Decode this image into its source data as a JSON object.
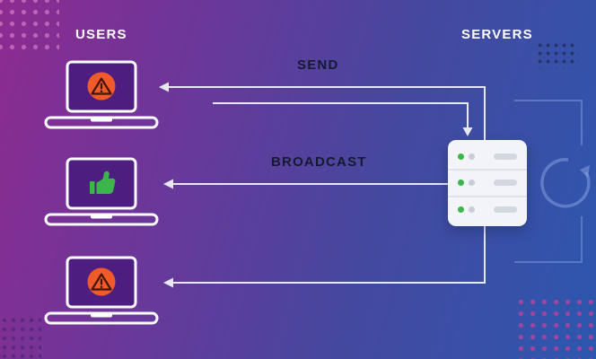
{
  "diagram": {
    "labels": {
      "users": "USERS",
      "servers": "SERVERS",
      "send": "SEND",
      "broadcast": "BROADCAST"
    },
    "laptops": [
      {
        "name": "laptop-user-1",
        "icon": "warning-icon"
      },
      {
        "name": "laptop-user-2",
        "icon": "thumbs-up-icon"
      },
      {
        "name": "laptop-user-3",
        "icon": "warning-icon"
      }
    ],
    "server": {
      "rows": 3,
      "leds_per_row": 2
    },
    "arrows": [
      {
        "name": "broadcast-to-user-1",
        "from": "server",
        "to": "laptop-user-1"
      },
      {
        "name": "send-to-server",
        "from": "users",
        "to": "server"
      },
      {
        "name": "broadcast-to-user-2",
        "from": "server",
        "to": "laptop-user-2"
      },
      {
        "name": "broadcast-to-user-3",
        "from": "server",
        "to": "laptop-user-3"
      }
    ],
    "colors": {
      "bg_left": "#8d2b90",
      "bg_mid": "#45489f",
      "bg_right": "#2d57ae",
      "warning": "#f15b29",
      "warning_detail": "#431505",
      "thumbs_up": "#3cb54a",
      "led_on": "#3cb54a",
      "led_off": "#c9cdd6",
      "line": "#e6e9f2",
      "label_light": "#ffffff",
      "label_dark": "#141a30",
      "decor_accent": "#8ca5e6",
      "dots_pink": "#e992d6",
      "dots_magenta": "#d83e98"
    }
  }
}
